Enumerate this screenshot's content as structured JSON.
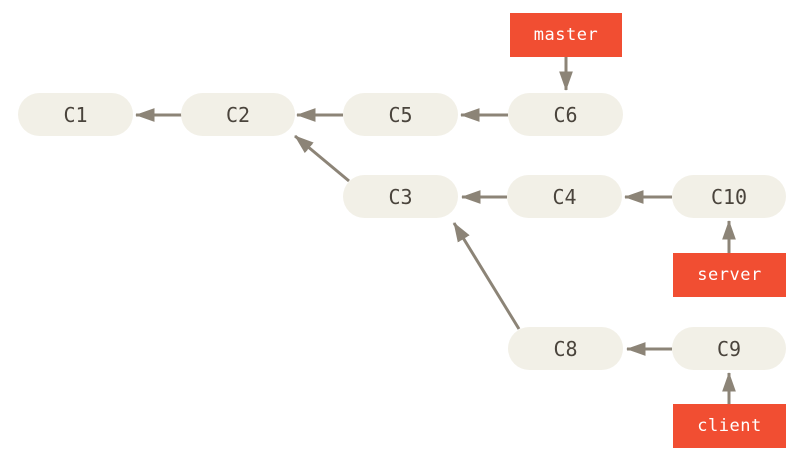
{
  "diagram": {
    "description": "Git commit history graph with master, server and client branch heads",
    "colors": {
      "background": "#ffffff",
      "commit_fill": "#f2f0e7",
      "commit_text": "#4a443c",
      "arrow": "#8c8477",
      "branch_fill": "#f14e32",
      "branch_text": "#ffffff"
    },
    "commits": [
      {
        "id": "c1",
        "label": "C1"
      },
      {
        "id": "c2",
        "label": "C2"
      },
      {
        "id": "c5",
        "label": "C5"
      },
      {
        "id": "c6",
        "label": "C6"
      },
      {
        "id": "c3",
        "label": "C3"
      },
      {
        "id": "c4",
        "label": "C4"
      },
      {
        "id": "c10",
        "label": "C10"
      },
      {
        "id": "c8",
        "label": "C8"
      },
      {
        "id": "c9",
        "label": "C9"
      }
    ],
    "branches": [
      {
        "id": "master",
        "label": "master",
        "points_to": "C6"
      },
      {
        "id": "server",
        "label": "server",
        "points_to": "C10"
      },
      {
        "id": "client",
        "label": "client",
        "points_to": "C9"
      }
    ],
    "edges": [
      {
        "from": "C2",
        "to": "C1"
      },
      {
        "from": "C5",
        "to": "C2"
      },
      {
        "from": "C6",
        "to": "C5"
      },
      {
        "from": "C3",
        "to": "C2"
      },
      {
        "from": "C4",
        "to": "C3"
      },
      {
        "from": "C10",
        "to": "C4"
      },
      {
        "from": "C8",
        "to": "C3"
      },
      {
        "from": "C9",
        "to": "C8"
      },
      {
        "from": "master",
        "to": "C6"
      },
      {
        "from": "server",
        "to": "C10"
      },
      {
        "from": "client",
        "to": "C9"
      }
    ]
  }
}
